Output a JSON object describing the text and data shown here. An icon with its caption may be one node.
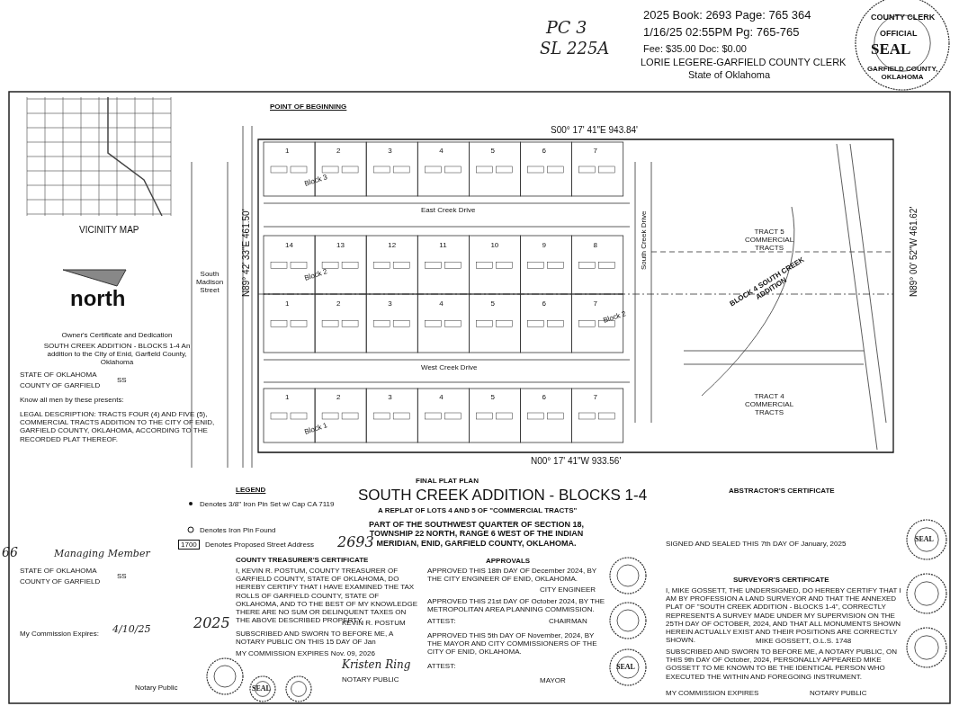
{
  "diagram": {
    "title": "SOUTH CREEK ADDITION - BLOCKS 1-4",
    "labels": [
      "PC 3",
      "SL 225A",
      "2025 Book: 2693 Page: 765 364",
      "1/16/25 02:55PM Pg: 765-765",
      "Fee: $35.00 Doc: $0.00",
      "LORIE LEGERE-GARFIELD COUNTY CLERK",
      "State of Oklahoma",
      "COUNTY CLERK",
      "OFFICIAL",
      "SEAL",
      "GARFIELD COUNTY, OKLAHOMA",
      "VICINITY MAP",
      "north",
      "Owner's Certificate and Dedication",
      "SOUTH CREEK ADDITION - BLOCKS 1-4 An addition to the City of Enid, Garfield County, Oklahoma",
      "STATE OF OKLAHOMA",
      "SS",
      "COUNTY OF GARFIELD",
      "Know all men by these presents:",
      "LEGAL DESCRIPTION: TRACTS FOUR (4) AND FIVE (5), COMMERCIAL TRACTS ADDITION TO THE CITY OF ENID, GARFIELD COUNTY, OKLAHOMA, ACCORDING TO THE RECORDED PLAT THEREOF.",
      "66",
      "Managing Member",
      "STATE OF OKLAHOMA",
      "SS",
      "COUNTY OF GARFIELD",
      "My Commission Expires:",
      "4/10/25",
      "Notary Public",
      "LEGEND",
      "Denotes 3/8\" Iron Pin Set w/ Cap CA 7119",
      "Denotes Iron Pin Found",
      "1700",
      "Denotes Proposed Street Address",
      "2693",
      "2025",
      "COUNTY TREASURER'S CERTIFICATE",
      "I, KEVIN R. POSTUM, COUNTY TREASURER OF GARFIELD COUNTY, STATE OF OKLAHOMA, DO HEREBY CERTIFY THAT I HAVE EXAMINED THE TAX ROLLS OF GARFIELD COUNTY, STATE OF OKLAHOMA, AND TO THE BEST OF MY KNOWLEDGE THERE ARE NO SUM OR DELINQUENT TAXES ON THE ABOVE DESCRIBED PROPERTY.",
      "KEVIN R. POSTUM",
      "SUBSCRIBED AND SWORN TO BEFORE ME, A NOTARY PUBLIC ON THIS 15 DAY OF Jan",
      "MY COMMISSION EXPIRES Nov. 09, 2026",
      "Kristen Ring",
      "NOTARY PUBLIC",
      "FINAL PLAT PLAN",
      "A REPLAT OF LOTS 4 AND 5 OF \"COMMERCIAL TRACTS\"",
      "PART OF THE SOUTHWEST QUARTER OF SECTION 18, TOWNSHIP 22 NORTH, RANGE 6 WEST OF THE INDIAN MERIDIAN, ENID, GARFIELD COUNTY, OKLAHOMA.",
      "APPROVALS",
      "APPROVED THIS 18th DAY OF December 2024, BY THE CITY ENGINEER OF ENID, OKLAHOMA.",
      "CITY ENGINEER",
      "APPROVED THIS 21st DAY OF October 2024, BY THE METROPOLITAN AREA PLANNING COMMISSION.",
      "ATTEST:",
      "CHAIRMAN",
      "APPROVED THIS 5th DAY OF November, 2024, BY THE MAYOR AND CITY COMMISSIONERS OF THE CITY OF ENID, OKLAHOMA.",
      "ATTEST:",
      "MAYOR",
      "ABSTRACTOR'S CERTIFICATE",
      "SIGNED AND SEALED THIS 7th DAY OF January, 2025",
      "SURVEYOR'S CERTIFICATE",
      "I, MIKE GOSSETT, THE UNDERSIGNED, DO HEREBY CERTIFY THAT I AM BY PROFESSION A LAND SURVEYOR AND THAT THE ANNEXED PLAT OF \"SOUTH CREEK ADDITION - BLOCKS 1-4\", CORRECTLY REPRESENTS A SURVEY MADE UNDER MY SUPERVISION ON THE 25TH DAY OF OCTOBER, 2024, AND THAT ALL MONUMENTS SHOWN HEREIN ACTUALLY EXIST AND THEIR POSITIONS ARE CORRECTLY SHOWN.",
      "MIKE GOSSETT, O.L.S. 1748",
      "SUBSCRIBED AND SWORN TO BEFORE ME, A NOTARY PUBLIC, ON THIS 9th DAY OF October, 2024, PERSONALLY APPEARED MIKE GOSSETT TO ME KNOWN TO BE THE IDENTICAL PERSON WHO EXECUTED THE WITHIN AND FOREGOING INSTRUMENT.",
      "MY COMMISSION EXPIRES",
      "NOTARY PUBLIC",
      "POINT OF BEGINNING",
      "S00° 17' 41\"E 943.84'",
      "N00° 17' 41\"W 933.56'",
      "N89° 42' 33\"E 461.50'",
      "N89° 00' 52\"W 461.62'",
      "East Creek Drive",
      "West Creek Drive",
      "South Creek Drive",
      "TRACT 5 COMMERCIAL TRACTS",
      "TRACT 4 COMMERCIAL TRACTS",
      "BLOCK 4 SOUTH CREEK ADDITION",
      "Block 3",
      "Block 2",
      "Block 2",
      "Block 1",
      "South Madison Street",
      "1",
      "2",
      "3",
      "4",
      "5",
      "6",
      "7",
      "14",
      "13",
      "12",
      "11",
      "10",
      "9",
      "8",
      "1",
      "2",
      "3",
      "4",
      "5",
      "6",
      "7",
      "1",
      "2",
      "3",
      "4",
      "5",
      "6",
      "7",
      "SEAL",
      "SEAL",
      "SEAL"
    ]
  }
}
